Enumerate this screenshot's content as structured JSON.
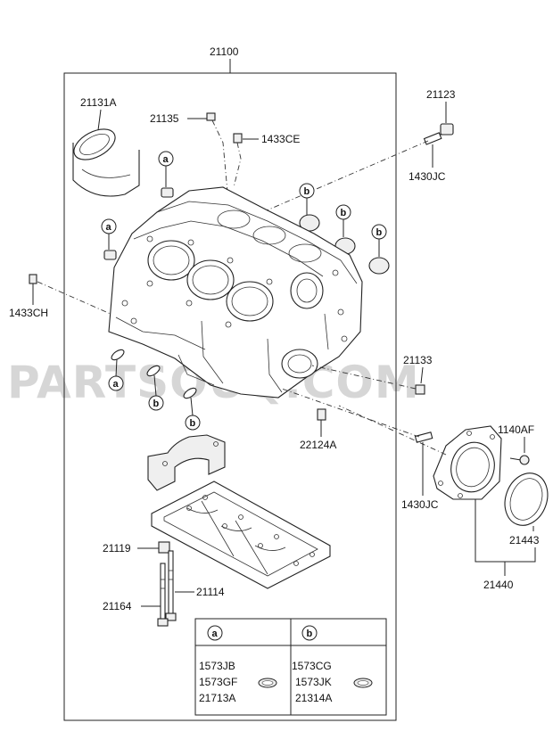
{
  "watermark": "PARTSOUQ.COM",
  "assembly": {
    "number": "21100"
  },
  "callouts": {
    "p21131A": "21131A",
    "p21135": "21135",
    "p1433CE": "1433CE",
    "p21123": "21123",
    "p1430JC_top": "1430JC",
    "p1433CH": "1433CH",
    "p21133": "21133",
    "p22124A": "22124A",
    "p1140AF": "1140AF",
    "p1430JC_bot": "1430JC",
    "p21443": "21443",
    "p21440": "21440",
    "p21119": "21119",
    "p21114": "21114",
    "p21164": "21164"
  },
  "markers": {
    "a": "a",
    "b": "b"
  },
  "legend": {
    "col_a": {
      "tag": "a",
      "lines": [
        "1573JB",
        "1573GF",
        "21713A"
      ]
    },
    "col_b": {
      "tag": "b",
      "lines": [
        "1573CG",
        "1573JK",
        "21314A"
      ]
    }
  }
}
